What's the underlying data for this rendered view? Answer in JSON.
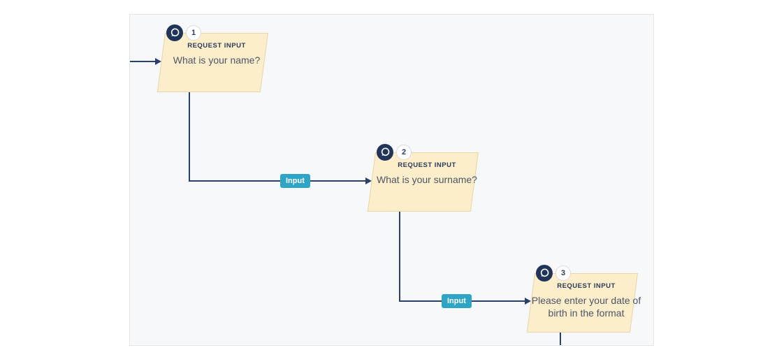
{
  "palette": {
    "canvas_bg": "#f7f8fa",
    "canvas_border": "#e4e6ea",
    "node_fill": "#fcedcb",
    "node_border": "#e8d5a8",
    "connector": "#2b4067",
    "icon_bg": "#1f3458",
    "badge_bg": "#2fa5c6",
    "number_text": "#2b3d5c",
    "number_border": "#d8dce1",
    "type_label": "#2b3c58",
    "question_text": "#4d5565"
  },
  "nodes": [
    {
      "number": "1",
      "type_label": "REQUEST INPUT",
      "text_line1": "What is your name?",
      "text_line2": "",
      "icon": "chat-bubble-icon"
    },
    {
      "number": "2",
      "type_label": "REQUEST INPUT",
      "text_line1": "What is your surname?",
      "text_line2": "",
      "icon": "chat-bubble-icon"
    },
    {
      "number": "3",
      "type_label": "REQUEST INPUT",
      "text_line1": "Please enter your date of",
      "text_line2": "birth in the format",
      "icon": "chat-bubble-icon"
    }
  ],
  "connections": [
    {
      "from": "entry",
      "to": "node-1",
      "label": ""
    },
    {
      "from": "node-1",
      "to": "node-2",
      "label": "Input"
    },
    {
      "from": "node-2",
      "to": "node-3",
      "label": "Input"
    },
    {
      "from": "node-3",
      "to": "offscreen-below",
      "label": ""
    }
  ]
}
